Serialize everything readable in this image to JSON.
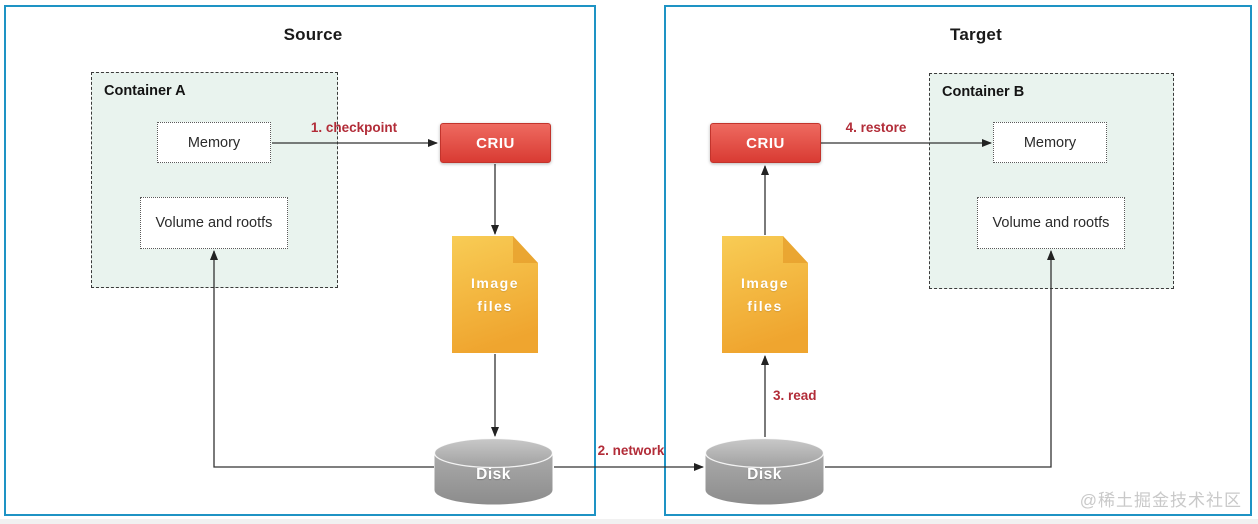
{
  "diagram": {
    "source": {
      "title": "Source",
      "container_label": "Container A",
      "memory_label": "Memory",
      "volume_label": "Volume and rootfs",
      "criu_label": "CRIU",
      "image_files_label": "Image files",
      "disk_label": "Disk",
      "step_checkpoint": "1. checkpoint"
    },
    "target": {
      "title": "Target",
      "container_label": "Container B",
      "memory_label": "Memory",
      "volume_label": "Volume and rootfs",
      "criu_label": "CRIU",
      "image_files_label": "Image files",
      "disk_label": "Disk",
      "step_read": "3. read",
      "step_restore": "4. restore"
    },
    "step_network": "2. network",
    "colors": {
      "panel_border": "#1e93c4",
      "container_fill": "#e9f3ee",
      "criu_red_top": "#ee6a60",
      "criu_red_bottom": "#d93b33",
      "image_files_top": "#f8cc55",
      "image_files_bottom": "#efa52f",
      "disk_gray": "#9c9c9c",
      "step_label_red": "#b22c38"
    }
  },
  "watermark": "@稀土掘金技术社区"
}
